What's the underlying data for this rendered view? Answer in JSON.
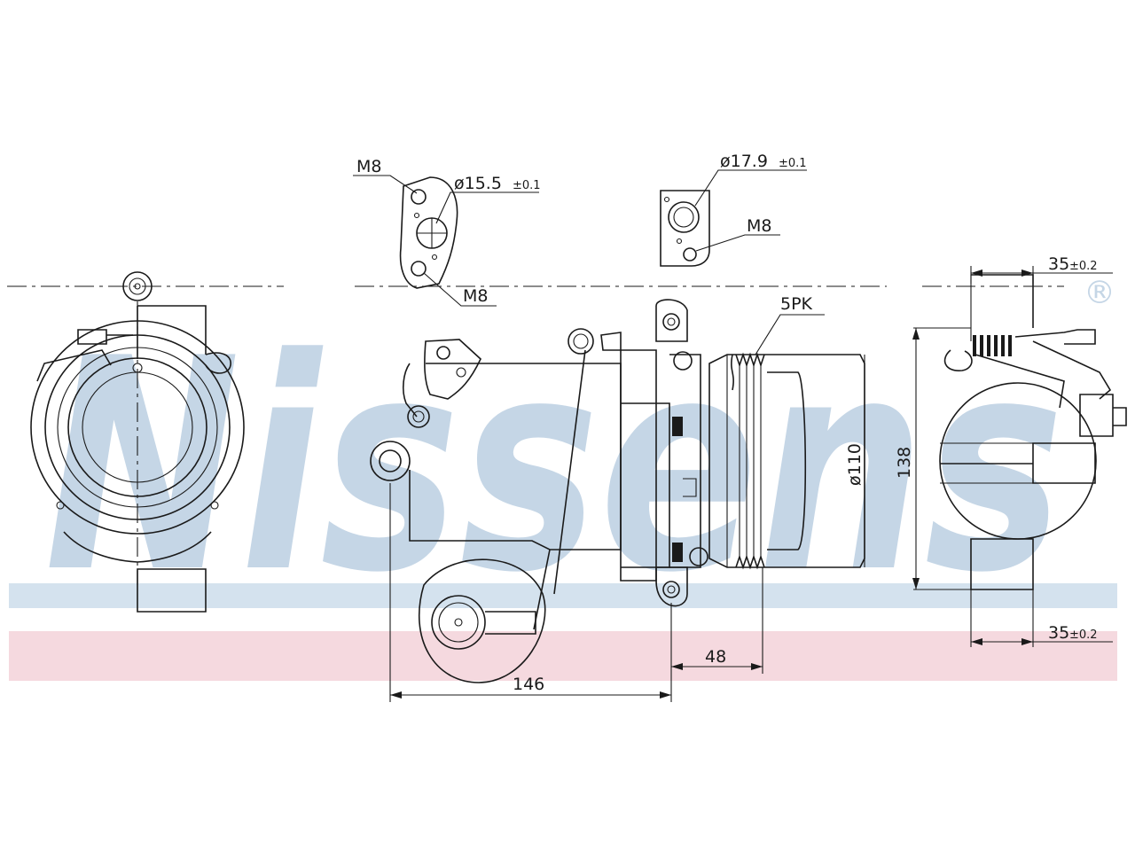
{
  "brand": {
    "watermark": "Nissens",
    "registered_mark": "®",
    "watermark_color": "#c5d6e6",
    "stripe_blue": "#d4e2ee",
    "stripe_red": "#f5d9df"
  },
  "callouts": {
    "m8_top_left": "M8",
    "dia_left_port_main": "ø15.5",
    "dia_left_port_tol": "±0.1",
    "m8_bottom_left": "M8",
    "dia_right_port_main": "ø17.9",
    "dia_right_port_tol": "±0.1",
    "m8_right": "M8",
    "belt": "5PK"
  },
  "dimensions": {
    "pulley_diameter": "ø110",
    "height": "138",
    "width_top_main": "35",
    "width_top_tol": "±0.2",
    "width_bottom_main": "35",
    "width_bottom_tol": "±0.2",
    "pulley_offset": "48",
    "overall_length": "146"
  }
}
